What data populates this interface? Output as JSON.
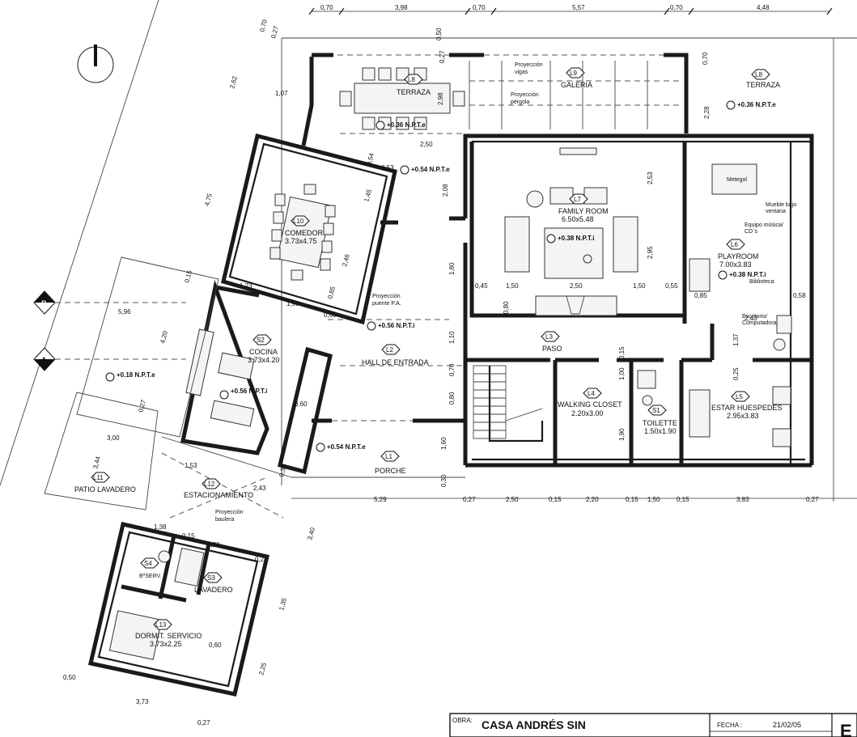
{
  "title_block": {
    "obra_label": "OBRA:",
    "obra_value": "CASA ANDRÉS SIN",
    "fecha_label": "FECHA :",
    "fecha_value": "21/02/05",
    "sheet_letter": "E"
  },
  "section_marks": {
    "a": "A",
    "b": "B"
  },
  "rooms": {
    "L1": {
      "tag": "L1",
      "name": "PORCHE"
    },
    "L2": {
      "tag": "L2",
      "name": "HALL DE ENTRADA"
    },
    "L3": {
      "tag": "L3",
      "name": "PASO"
    },
    "L4": {
      "tag": "L4",
      "name": "WALKING CLOSET",
      "size": "2.20x3.00"
    },
    "L5": {
      "tag": "L5",
      "name": "ESTAR HUESPEDES",
      "size": "2.95x3.83"
    },
    "L6": {
      "tag": "L6",
      "name": "PLAYROOM",
      "size": "7.00x3.83"
    },
    "L7": {
      "tag": "L7",
      "name": "FAMILY ROOM",
      "size": "6.50x5.48"
    },
    "L8a": {
      "tag": "L8",
      "name": "TERRAZA"
    },
    "L8b": {
      "tag": "L8",
      "name": "TERRAZA"
    },
    "L9": {
      "tag": "L9",
      "name": "GALERIA"
    },
    "L10": {
      "tag": "L10",
      "name": "COMEDOR",
      "size": "3.73x4.75"
    },
    "L11": {
      "tag": "L11",
      "name": "PATIO LAVADERO"
    },
    "L12": {
      "tag": "L12",
      "name": "ESTACIONAMIENTO"
    },
    "L13": {
      "tag": "L13",
      "name": "DORMIT. SERVICIO",
      "size": "3.73x2.25"
    },
    "S1": {
      "tag": "S1",
      "name": "TOILETTE",
      "size": "1.50x1.90"
    },
    "S2": {
      "tag": "S2",
      "name": "COCINA",
      "size": "3.73x4.20"
    },
    "S3": {
      "tag": "S3",
      "name": "LAVADERO"
    },
    "S4": {
      "tag": "S4",
      "name": "BºSERV."
    }
  },
  "levels": {
    "terraza": "+0.36 N.P.T.e",
    "terraza_right": "+0.36 N.P.T.e",
    "comedor_top": "+0.54 N.P.T.e",
    "family": "+0.38 N.P.T.i",
    "playroom": "+0.38 N.P.T.i",
    "hall": "+0.56 N.P.T.i",
    "cocina": "+0.56 N.P.T.i",
    "porche": "+0.54 N.P.T.e",
    "patio": "+0.18 N.P.T.e"
  },
  "notes": {
    "proy_vigas_1": "Proyección",
    "proy_vigas_2": "vigas",
    "proy_pergola_1": "Proyección",
    "proy_pergola_2": "pérgola",
    "proy_puente_1": "Proyección",
    "proy_puente_2": "puente P.A.",
    "proy_baulera_1": "Proyección",
    "proy_baulera_2": "baulera",
    "metegol": "Metegol",
    "mueble_1": "Mueble bajo",
    "mueble_2": "ventana",
    "equipo_1": "Equipo música/",
    "equipo_2": "CD´s",
    "biblioteca": "Biblioteca",
    "escritorio_1": "Escritorio/",
    "escritorio_2": "Computadora"
  },
  "dims_top": [
    "0,70",
    "3,98",
    "0,70",
    "5,57",
    "0,70",
    "4,48"
  ],
  "dims_bottom": [
    "5,29",
    "0,27",
    "2,50",
    "0,15",
    "2,20",
    "0,15",
    "1,50",
    "0,15",
    "3,83",
    "0,27"
  ],
  "dims_misc": {
    "d_050": "0,50",
    "d_027a": "0,27",
    "d_298": "2,98",
    "d_070": "0,70",
    "d_228": "2,28",
    "d_250": "2,50",
    "d_208": "2,08",
    "d_253": "2,53",
    "d_295": "2,95",
    "d_180": "1,80",
    "d_045": "0,45",
    "d_150a": "1,50",
    "d_250b": "2,50",
    "d_150b": "1,50",
    "d_055": "0,55",
    "d_085": "0,85",
    "d_240": "2,40",
    "d_058": "0,58",
    "d_080": "0,80",
    "d_110": "1,10",
    "d_070b": "0,70",
    "d_080b": "0,80",
    "d_160": "1,60",
    "d_030": "0,30",
    "d_137": "1,37",
    "d_025": "0,25",
    "d_190": "1,90",
    "d_100": "1,00",
    "d_015": "0,15",
    "d_262": "2,62",
    "d_027b": "0,27",
    "d_475": "4,75",
    "d_015b": "0,15",
    "d_420": "4,20",
    "d_107": "1,07",
    "d_053": "0,53",
    "d_054": "0,54",
    "d_145": "1,45",
    "d_246": "2,46",
    "d_123": "1,23",
    "d_190b": "1,90",
    "d_060": "0,60",
    "d_085b": "0,85",
    "d_060b": "0,60",
    "d_596": "5,96",
    "d_300": "3,00",
    "d_344": "3,44",
    "d_027c": "0,27",
    "d_153": "1,53",
    "d_243": "2,43",
    "d_030b": "0,30",
    "d_138": "1,38",
    "d_015c": "0,15",
    "d_220": "2,20",
    "d_027d": "0,27",
    "d_340": "3,40",
    "d_135": "1,35",
    "d_225": "2,25",
    "d_373": "3,73",
    "d_050b": "0,50",
    "d_027e": "0,27",
    "d_060c": "0,60",
    "d_070c": "0,70"
  }
}
